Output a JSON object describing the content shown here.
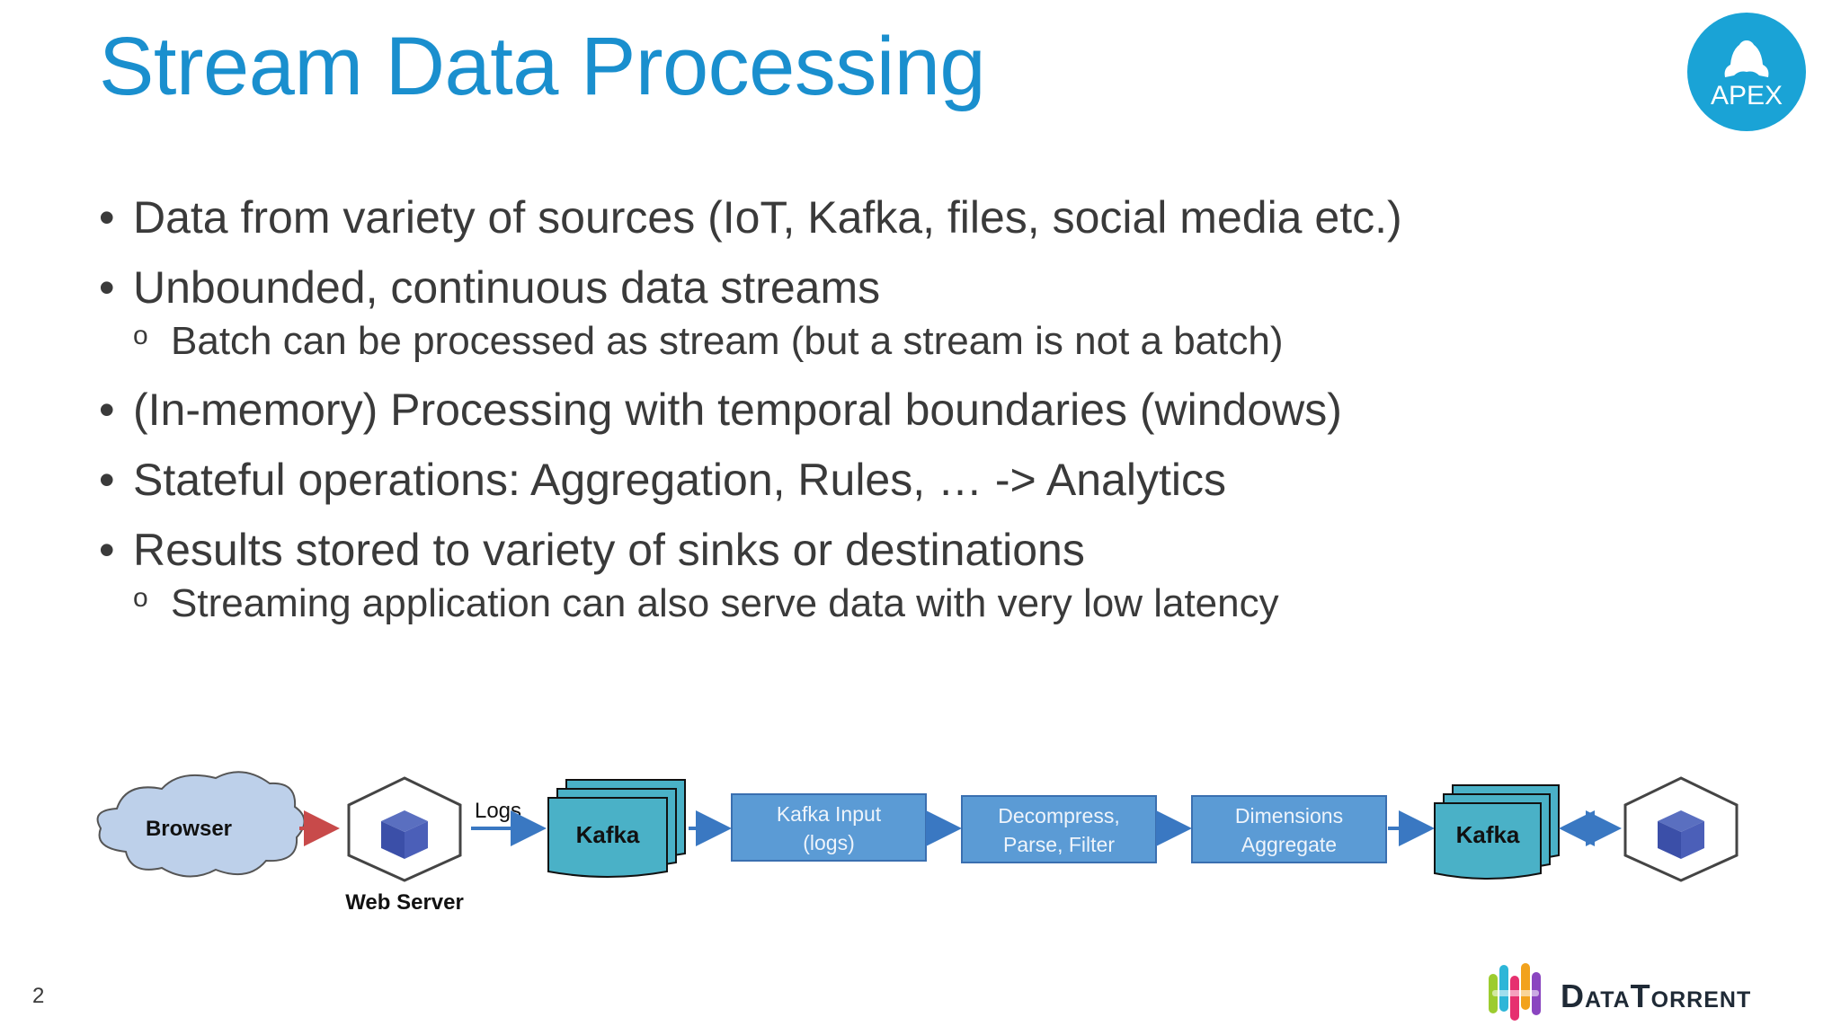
{
  "slide": {
    "title": "Stream Data Processing",
    "page_number": "2"
  },
  "apex_logo": {
    "icon": "apex-gorilla-icon",
    "text": "APEX",
    "color": "#1aa3d6"
  },
  "bullets": [
    {
      "text": "Data from variety of sources (IoT, Kafka, files, social media etc.)"
    },
    {
      "text": "Unbounded, continuous data streams",
      "sub": "Batch can be processed as stream (but a stream is not a batch)"
    },
    {
      "text": "(In-memory) Processing with temporal boundaries (windows)"
    },
    {
      "text": "Stateful operations: Aggregation, Rules, … -> Analytics"
    },
    {
      "text": "Results stored to variety of sinks or destinations",
      "sub": "Streaming application can also serve data with very low latency"
    }
  ],
  "bullet_symbol": "•",
  "sub_bullet_symbol": "o",
  "diagram": {
    "browser": "Browser",
    "web_server": "Web Server",
    "logs_label": "Logs",
    "kafka_in": "Kafka",
    "stage1": [
      "Kafka Input",
      "(logs)"
    ],
    "stage2": [
      "Decompress,",
      "Parse, Filter"
    ],
    "stage3": [
      "Dimensions",
      "Aggregate"
    ],
    "kafka_out": "Kafka",
    "colors": {
      "box": "#5b9bd5",
      "doc": "#4ab1c7",
      "cloud": "#bdd0ea",
      "arrow": "#3a78c2",
      "red_arrow": "#c84a4a"
    }
  },
  "footer": {
    "brand": "DataTorrent"
  }
}
